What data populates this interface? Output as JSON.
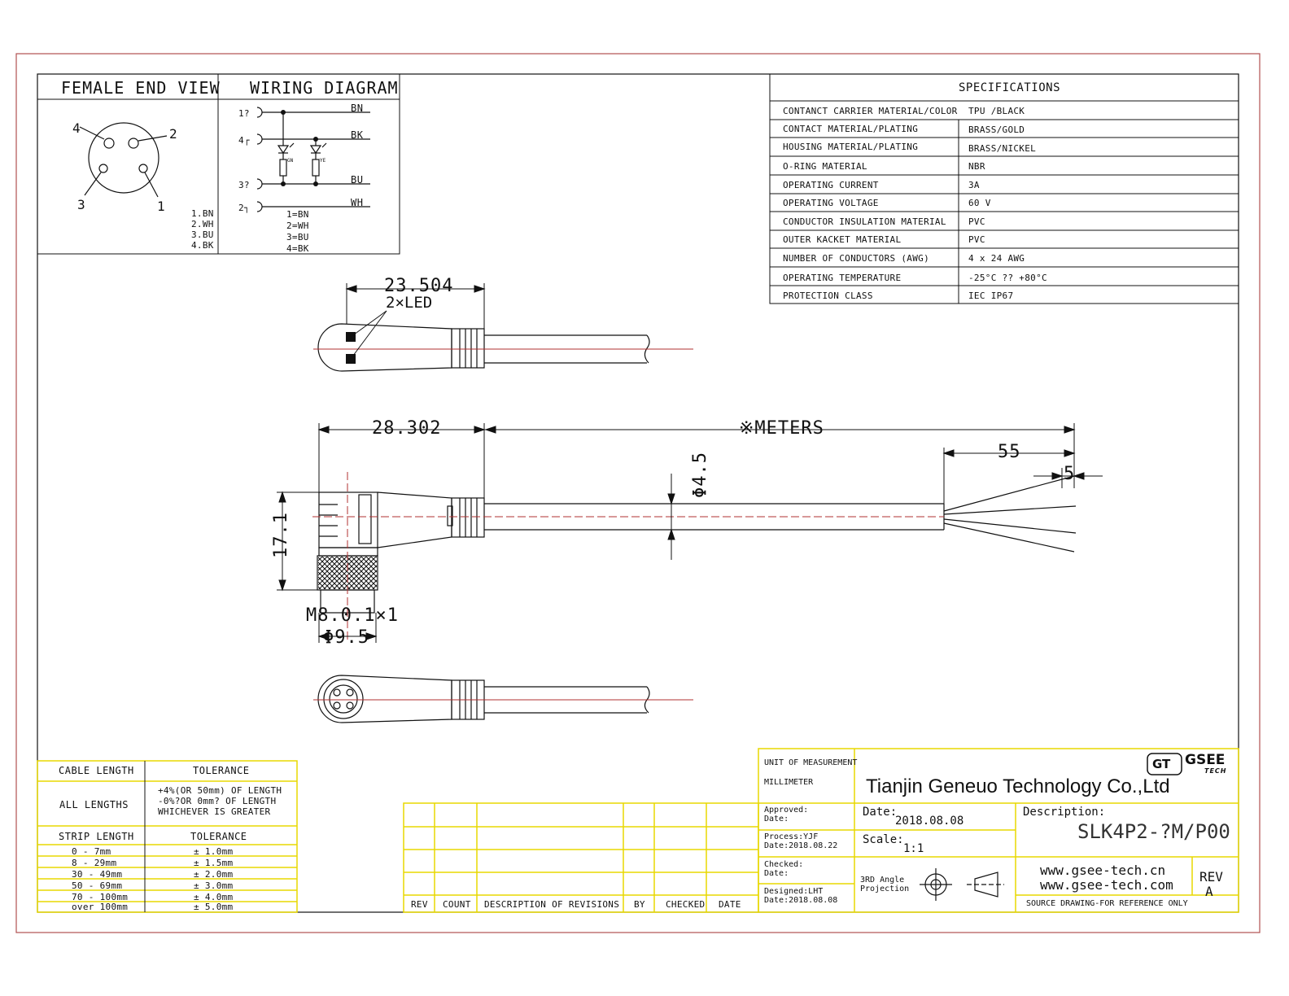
{
  "end_view": {
    "title": "FEMALE END VIEW",
    "pins": [
      "1",
      "2",
      "3",
      "4"
    ],
    "legend": [
      "1.BN",
      "2.WH",
      "3.BU",
      "4.BK"
    ]
  },
  "wiring": {
    "title": "WIRING DIAGRAM",
    "pins": [
      "1?",
      "4┌",
      "3?",
      "2┐"
    ],
    "wires": [
      "BN",
      "BK",
      "BU",
      "WH"
    ],
    "led_labels": [
      "GN",
      "YE"
    ],
    "legend": [
      "1=BN",
      "2=WH",
      "3=BU",
      "4=BK"
    ]
  },
  "specs": {
    "title": "SPECIFICATIONS",
    "rows": [
      {
        "label": "CONTANCT CARRIER MATERIAL/COLOR",
        "value": "TPU /BLACK"
      },
      {
        "label": "CONTACT  MATERIAL/PLATING",
        "value": "BRASS/GOLD"
      },
      {
        "label": "HOUSING MATERIAL/PLATING",
        "value": "BRASS/NICKEL"
      },
      {
        "label": "O-RING MATERIAL",
        "value": "NBR"
      },
      {
        "label": "OPERATING CURRENT",
        "value": "3A"
      },
      {
        "label": "OPERATING VOLTAGE",
        "value": "60 V"
      },
      {
        "label": "CONDUCTOR INSULATION MATERIAL",
        "value": "PVC"
      },
      {
        "label": "OUTER KACKET MATERIAL",
        "value": "PVC"
      },
      {
        "label": "NUMBER OF CONDUCTORS (AWG)",
        "value": "4 x 24 AWG"
      },
      {
        "label": "OPERATING TEMPERATURE",
        "value": "-25°C ?? +80°C"
      },
      {
        "label": "PROTECTION CLASS",
        "value": "IEC  IP67"
      }
    ]
  },
  "dimensions": {
    "top_width": "23.504",
    "led": "2×LED",
    "body_length": "28.302",
    "cable_length": "※METERS",
    "cable_diameter": "Φ4.5",
    "strip_length": "55",
    "strip_end": "5",
    "height": "17.1",
    "thread": "M8.0.1×1",
    "thread_diameter": "Φ9.5"
  },
  "tolerance": {
    "cable_header": [
      "CABLE LENGTH",
      "TOLERANCE"
    ],
    "cable_row": {
      "label": "ALL LENGTHS",
      "lines": [
        "+4%(OR 50mm) OF LENGTH",
        "-0%?OR 0mm? OF LENGTH",
        "WHICHEVER  IS  GREATER"
      ]
    },
    "strip_header": [
      "STRIP LENGTH",
      "TOLERANCE"
    ],
    "strip_rows": [
      [
        "0 - 7mm",
        "± 1.0mm"
      ],
      [
        "8 - 29mm",
        "± 1.5mm"
      ],
      [
        "30 - 49mm",
        "± 2.0mm"
      ],
      [
        "50 - 69mm",
        "± 3.0mm"
      ],
      [
        "70 - 100mm",
        "± 4.0mm"
      ],
      [
        "over 100mm",
        "± 5.0mm"
      ]
    ]
  },
  "revisions": {
    "headers": [
      "REV",
      "COUNT",
      "DESCRIPTION  OF  REVISIONS",
      "BY",
      "CHECKED",
      "DATE"
    ]
  },
  "title_block": {
    "unit_label": "UNIT OF MEASUREMENT",
    "unit_value": "MILLIMETER",
    "company": "Tianjin Geneuo Technology Co.,Ltd",
    "logo_mark": "GT",
    "logo_text": "GSEE",
    "logo_sub": "TECH",
    "approved": "Approved:",
    "approved_date": "Date:",
    "process": "Process:YJF",
    "process_date": "Date:2018.08.22",
    "checked": "Checked:",
    "checked_date": "Date:",
    "designed": "Designed:LHT",
    "designed_date": "Date:2018.08.08",
    "date_label": "Date:",
    "date_value": "2018.08.08",
    "scale_label": "Scale:",
    "scale_value": "1:1",
    "projection": [
      "3RD Angle",
      "Projection"
    ],
    "description_label": "Description:",
    "description_value": "SLK4P2-?M/P00",
    "websites": [
      "www.gsee-tech.cn",
      "www.gsee-tech.com"
    ],
    "rev_label": "REV",
    "rev_value": "A",
    "note": "SOURCE DRAWING-FOR REFERENCE ONLY"
  }
}
